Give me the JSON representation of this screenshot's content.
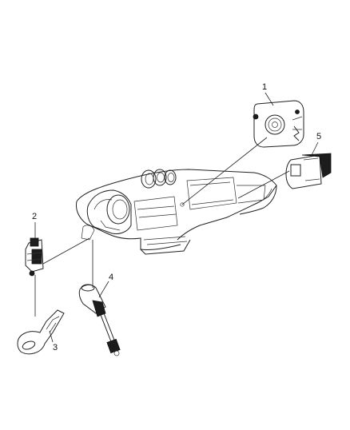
{
  "callouts": [
    {
      "id": "1",
      "label": "1"
    },
    {
      "id": "2",
      "label": "2"
    },
    {
      "id": "3",
      "label": "3"
    },
    {
      "id": "4",
      "label": "4"
    },
    {
      "id": "5",
      "label": "5"
    }
  ],
  "colors": {
    "line": "#222222",
    "background": "#ffffff",
    "dark_fill": "#1c1c1c"
  }
}
